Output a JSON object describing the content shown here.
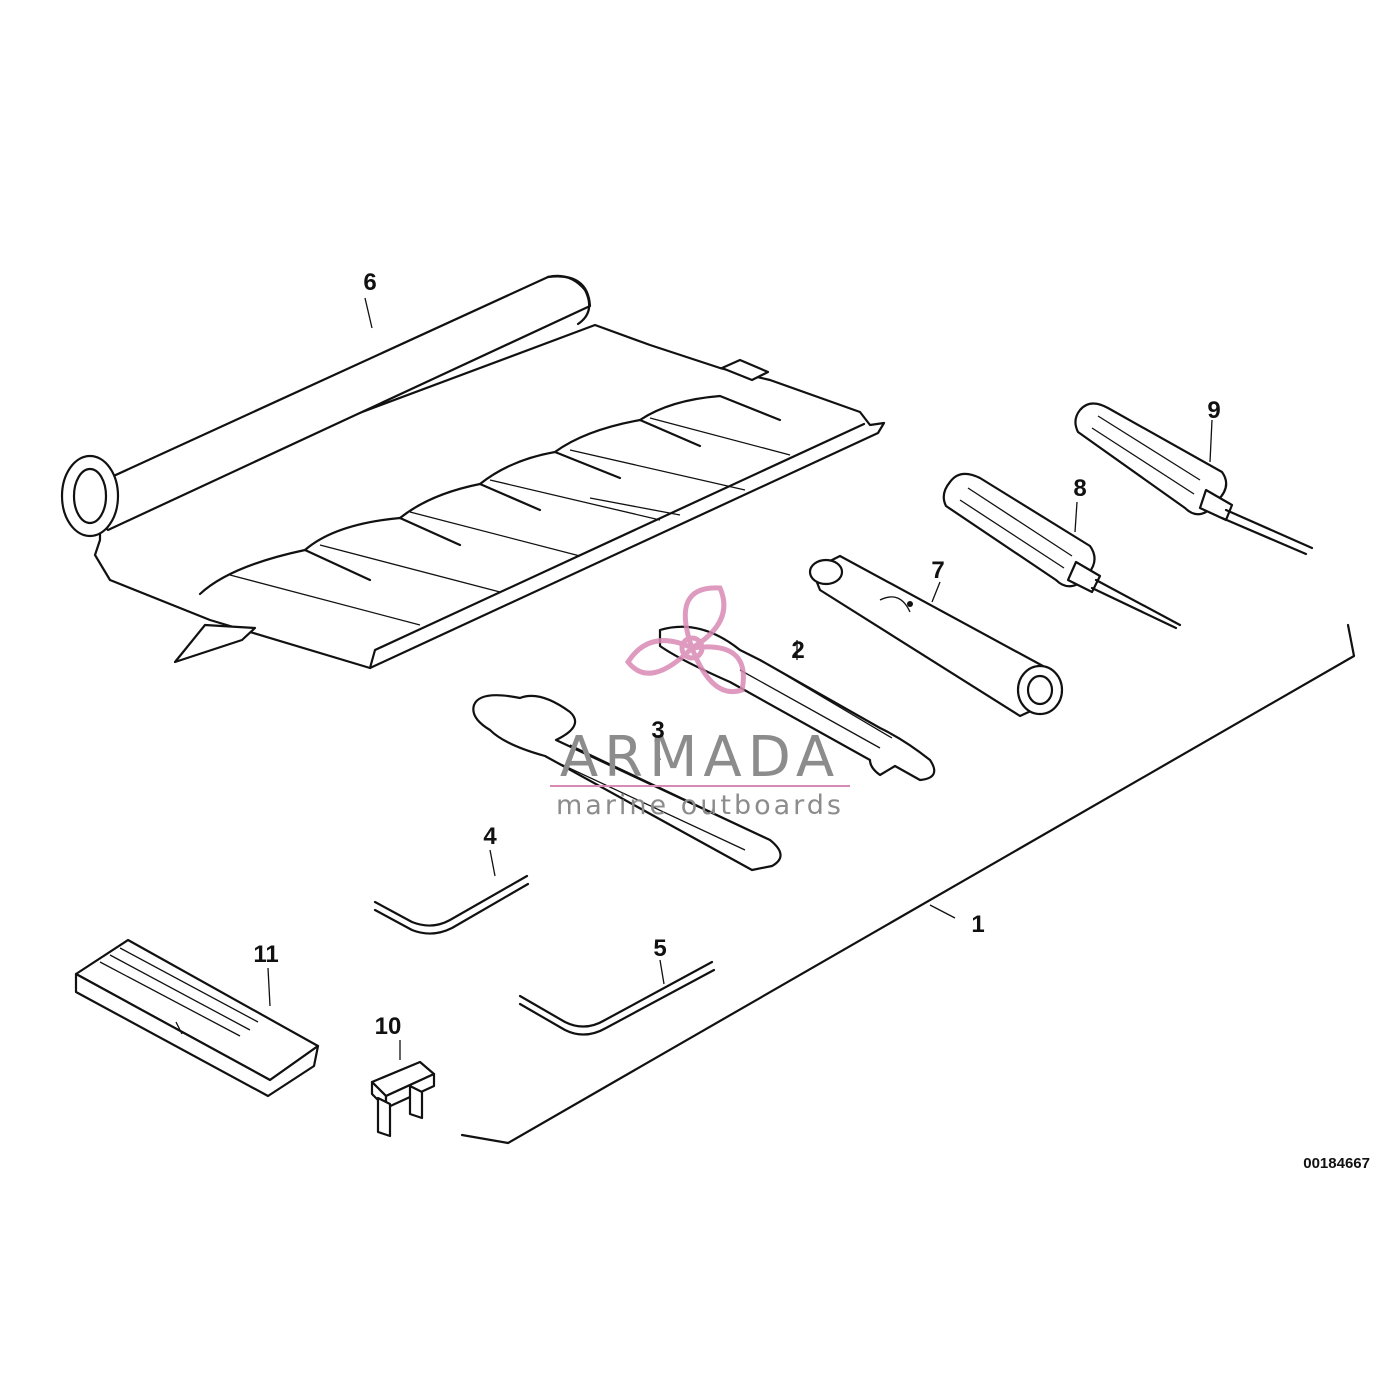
{
  "diagram": {
    "reference_number": "00184667",
    "labels": {
      "kit": "1",
      "wrench_2": "2",
      "wrench_3": "3",
      "hex_key_4": "4",
      "hex_key_5": "5",
      "tool_roll": "6",
      "box_spanner": "7",
      "screwdriver_8": "8",
      "screwdriver_9": "9",
      "fuse": "10",
      "fuse_puller": "11"
    }
  },
  "watermark": {
    "title": "ARMADA",
    "subtitle": "marine outboards",
    "accent_color": "#d98ab4"
  }
}
